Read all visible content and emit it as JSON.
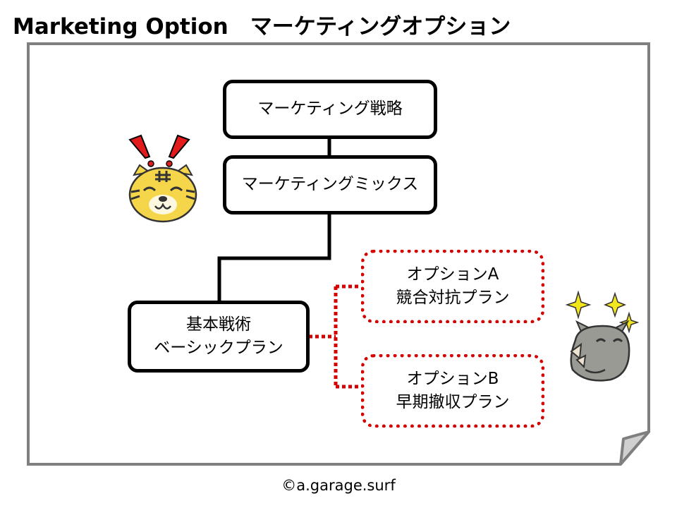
{
  "title": "Marketing Option　マーケティングオプション",
  "boxes": {
    "strategy": "マーケティング戦略",
    "mix": "マーケティングミックス",
    "basic_line1": "基本戦術",
    "basic_line2": "ベーシックプラン",
    "optA_line1": "オプションA",
    "optA_line2": "競合対抗プラン",
    "optB_line1": "オプションB",
    "optB_line2": "早期撤収プラン"
  },
  "footer": "©a.garage.surf",
  "colors": {
    "option_border": "#d40000",
    "box_border": "#000000",
    "paper_border": "#7f7f7f",
    "tiger": "#f5d64a",
    "rhino": "#9a9a94",
    "sparkle": "#f2e61c"
  },
  "icons": {
    "tiger": "tiger-mascot-icon",
    "rhino": "rhino-mascot-icon",
    "exclaim": "exclamation-marks-icon",
    "sparkles": "sparkles-icon"
  }
}
